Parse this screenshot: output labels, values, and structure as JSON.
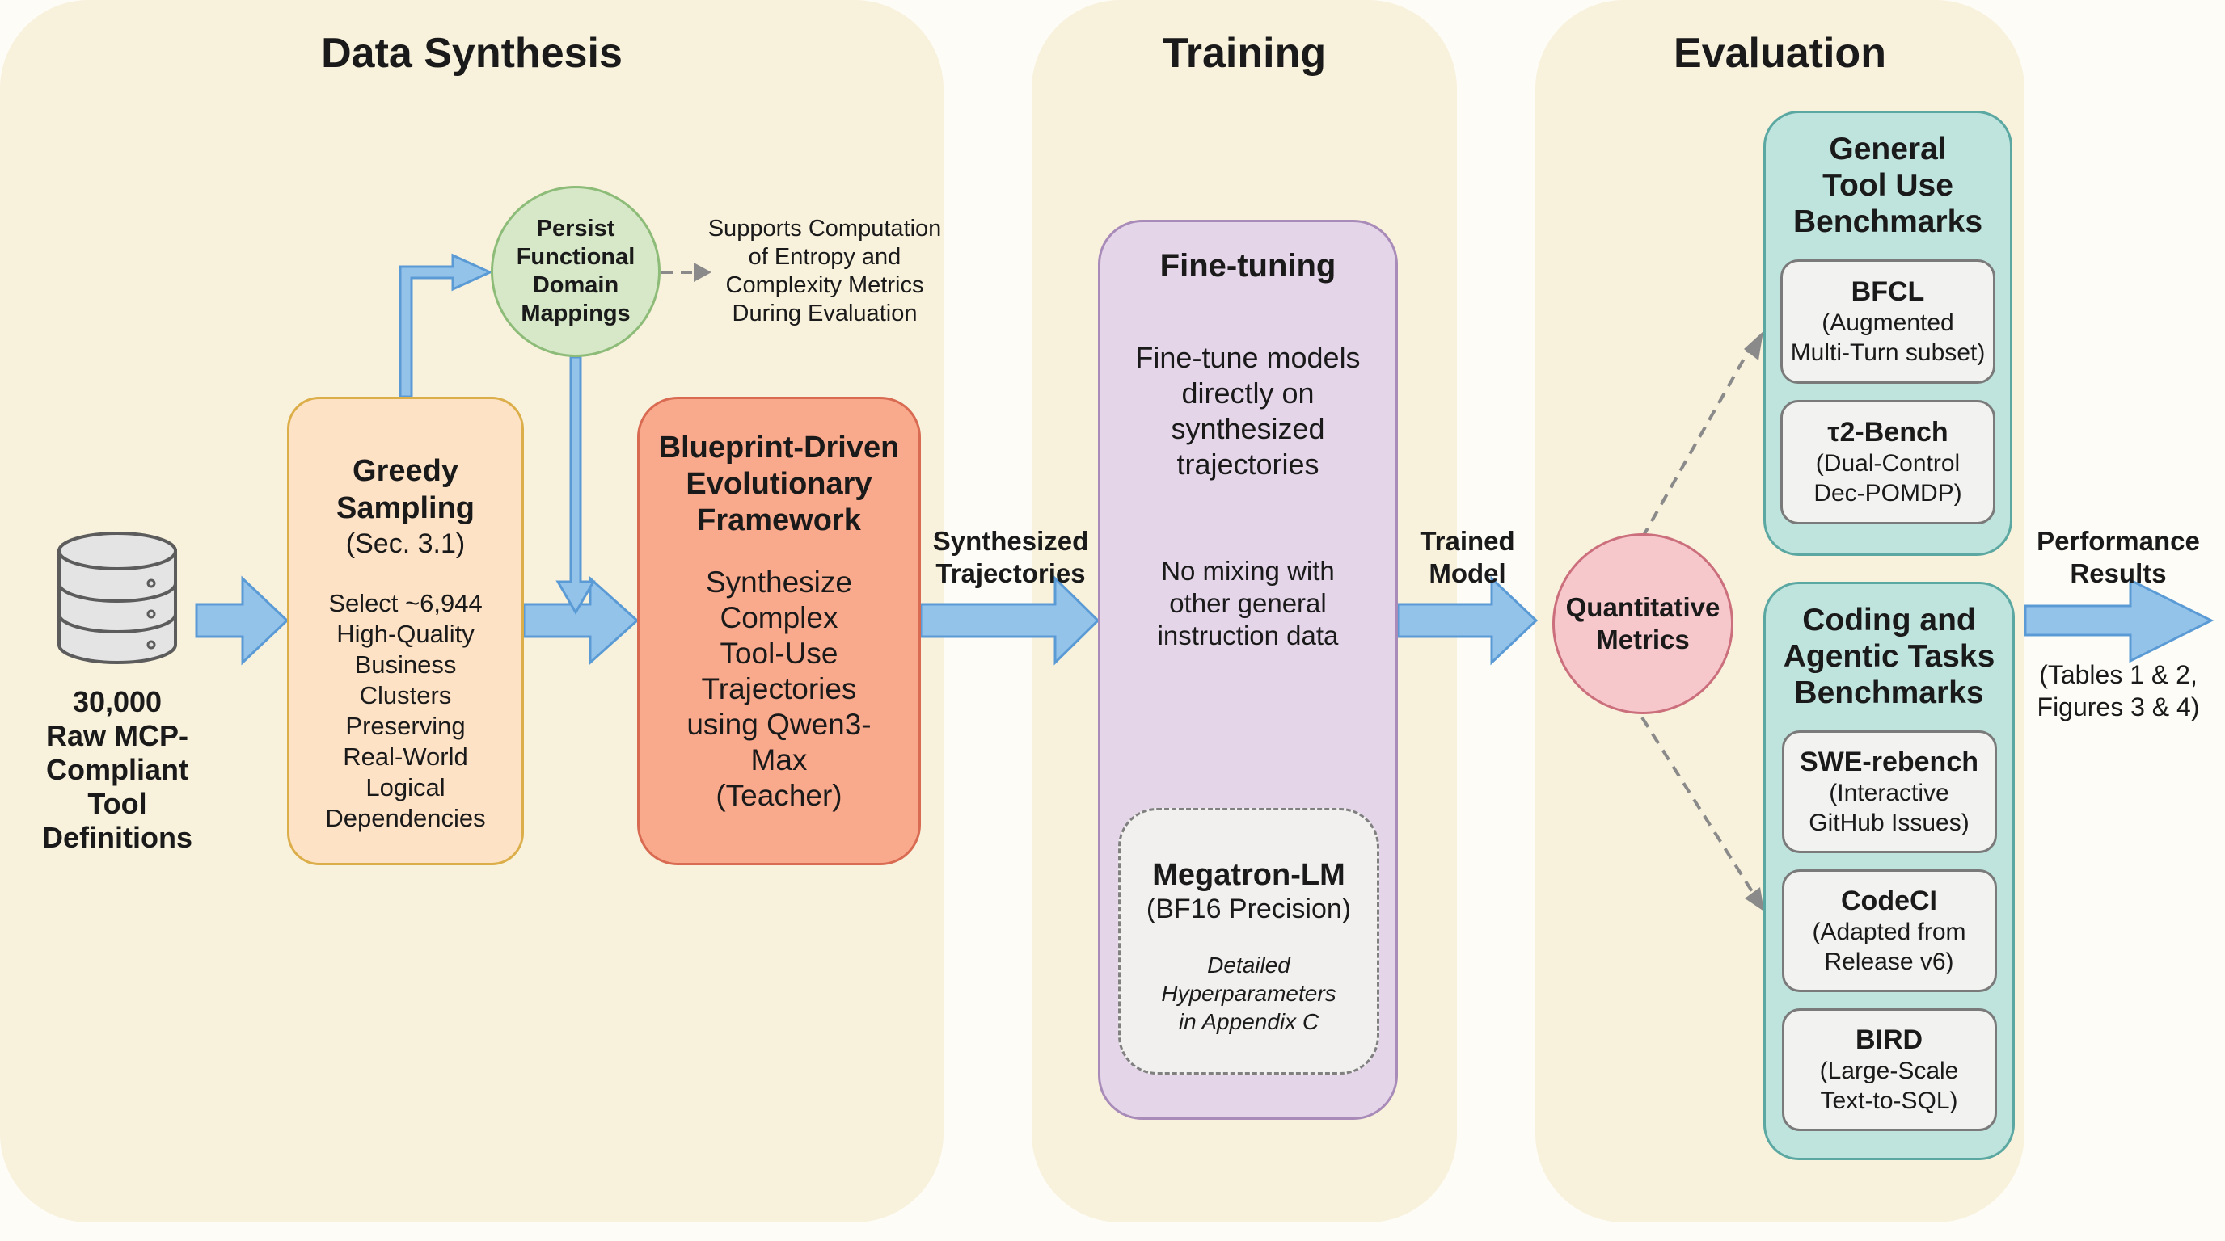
{
  "sections": {
    "data_synthesis": {
      "title": "Data Synthesis"
    },
    "training": {
      "title": "Training"
    },
    "evaluation": {
      "title": "Evaluation"
    }
  },
  "source": {
    "icon": "database-icon",
    "lines": [
      "30,000",
      "Raw MCP-",
      "Compliant",
      "Tool",
      "Definitions"
    ]
  },
  "greedy": {
    "title_lines": [
      "Greedy",
      "Sampling"
    ],
    "subtitle": "(Sec. 3.1)",
    "body_lines": [
      "Select ~6,944",
      "High-Quality",
      "Business",
      "Clusters",
      "Preserving",
      "Real-World",
      "Logical",
      "Dependencies"
    ]
  },
  "persist": {
    "lines": [
      "Persist",
      "Functional",
      "Domain",
      "Mappings"
    ]
  },
  "persist_note": {
    "lines": [
      "Supports Computation",
      "of Entropy and",
      "Complexity Metrics",
      "During Evaluation"
    ]
  },
  "blueprint": {
    "title_lines": [
      "Blueprint-Driven",
      "Evolutionary",
      "Framework"
    ],
    "body_lines": [
      "Synthesize",
      "Complex",
      "Tool-Use",
      "Trajectories",
      "using Qwen3-",
      "Max",
      "(Teacher)"
    ]
  },
  "arrow_labels": {
    "synthesized": [
      "Synthesized",
      "Trajectories"
    ],
    "trained": [
      "Trained",
      "Model"
    ],
    "performance": [
      "Performance",
      "Results"
    ],
    "performance_note": [
      "(Tables 1 & 2,",
      "Figures 3 & 4)"
    ]
  },
  "finetuning": {
    "title": "Fine-tuning",
    "body1_lines": [
      "Fine-tune models",
      "directly on",
      "synthesized",
      "trajectories"
    ],
    "body2_lines": [
      "No mixing with",
      "other general",
      "instruction data"
    ],
    "megatron": {
      "title": "Megatron-LM",
      "subtitle": "(BF16 Precision)",
      "note_lines": [
        "Detailed",
        "Hyperparameters",
        "in Appendix C"
      ]
    }
  },
  "quantitative": {
    "lines": [
      "Quantitative",
      "Metrics"
    ]
  },
  "general_benchmarks": {
    "title_lines": [
      "General",
      "Tool Use",
      "Benchmarks"
    ],
    "items": [
      {
        "name": "BFCL",
        "desc_lines": [
          "(Augmented",
          "Multi-Turn subset)"
        ]
      },
      {
        "name": "τ2-Bench",
        "desc_lines": [
          "(Dual-Control",
          "Dec-POMDP)"
        ]
      }
    ]
  },
  "coding_benchmarks": {
    "title_lines": [
      "Coding and",
      "Agentic Tasks",
      "Benchmarks"
    ],
    "items": [
      {
        "name": "SWE-rebench",
        "desc_lines": [
          "(Interactive",
          "GitHub Issues)"
        ]
      },
      {
        "name": "CodeCI",
        "desc_lines": [
          "(Adapted from",
          "Release v6)"
        ]
      },
      {
        "name": "BIRD",
        "desc_lines": [
          "(Large-Scale",
          "Text-to-SQL)"
        ]
      }
    ]
  },
  "colors": {
    "panel_bg": "#f8f1dc",
    "arrow_fill": "#94c3ea",
    "arrow_stroke": "#5b9bd5",
    "greedy_fill": "#fde2c6",
    "greedy_border": "#dcae4a",
    "blueprint_fill": "#f9a98c",
    "blueprint_border": "#d86b52",
    "persist_fill": "#d6e8c8",
    "persist_border": "#8dbb78",
    "finetune_fill": "#e4d5e9",
    "finetune_border": "#a88bb8",
    "quant_fill": "#f6c8cc",
    "quant_border": "#cc6f7c",
    "bench_fill": "#bfe3dd",
    "bench_border": "#5ba8a2",
    "item_fill": "#f2f2f0",
    "item_border": "#7a7a7a"
  }
}
